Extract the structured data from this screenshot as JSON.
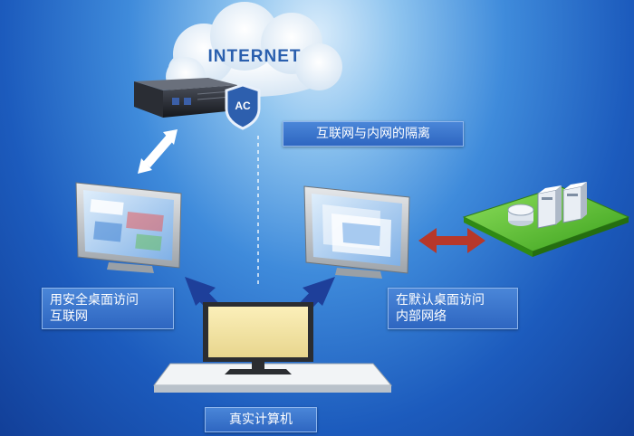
{
  "cloud": {
    "text": "INTERNET"
  },
  "gateway": {
    "badge": "AC"
  },
  "labels": {
    "isolation": "互联网与内网的隔离",
    "left_line1": "用安全桌面访问",
    "left_line2": "互联网",
    "right_line1": "在默认桌面访问",
    "right_line2": "内部网络",
    "bottom": "真实计算机"
  },
  "colors": {
    "arrow_blue": "#1e3f9a",
    "arrow_red": "#b7382a",
    "platform_green": "#58c42e",
    "label_bg": "#3a76cf"
  }
}
